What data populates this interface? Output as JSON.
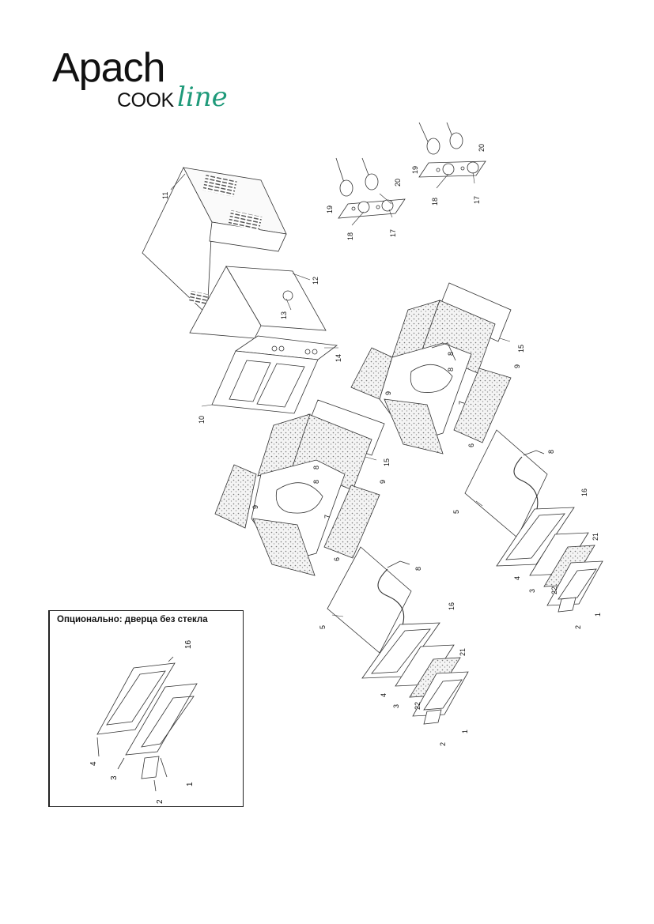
{
  "logo": {
    "brand": "Apach",
    "sub_brand": "COOK",
    "script_word": "line",
    "accent_color": "#1f9a7a"
  },
  "inset": {
    "title": "Опционально: дверца без стекла",
    "labels": {
      "l16": "16",
      "l4": "4",
      "l3": "3",
      "l2": "2",
      "l1": "1"
    }
  },
  "callouts": {
    "c1": "1",
    "c2": "2",
    "c3": "3",
    "c4": "4",
    "c5": "5",
    "c6": "6",
    "c7": "7",
    "c8": "8",
    "c9": "9",
    "c10": "10",
    "c11": "11",
    "c12": "12",
    "c13": "13",
    "c14": "14",
    "c15": "15",
    "c16": "16",
    "c17": "17",
    "c18": "18",
    "c19": "19",
    "c20": "20",
    "c21": "21",
    "c22": "22"
  }
}
